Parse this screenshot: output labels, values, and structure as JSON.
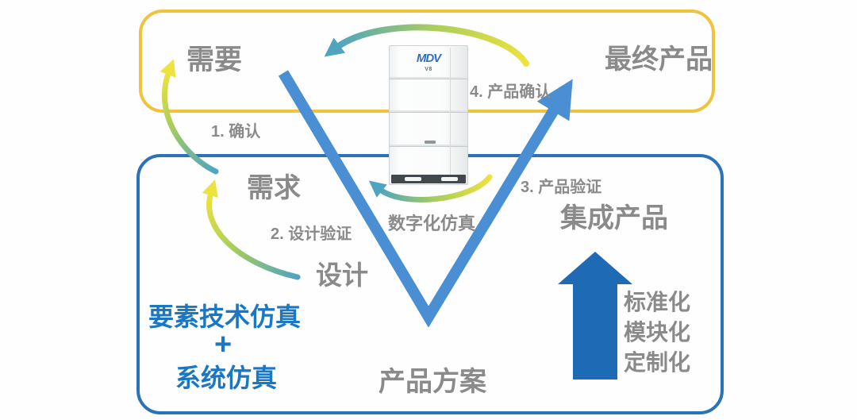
{
  "colors": {
    "yellow_border": "#EFC33B",
    "blue_border": "#2B72B8",
    "v_blue": "#4A8ED4",
    "deep_blue": "#1E6AB4",
    "gray_text": "#8A8A8A",
    "blue_text": "#1C77C3",
    "teal": "#4FA4C0",
    "green": "#A9CE5B",
    "arrow_yellow": "#EDE23E",
    "logo_blue": "#2E6FC0"
  },
  "top_box": {
    "need": "需要",
    "final_product": "最终产品"
  },
  "bottom_box": {
    "requirement": "需求",
    "design": "设计",
    "element_sim": "要素技术仿真",
    "plus": "+",
    "system_sim": "系统仿真",
    "product_plan": "产品方案",
    "digital_sim": "数字化仿真",
    "integrated_product": "集成产品",
    "pillars": [
      "标准化",
      "模块化",
      "定制化"
    ]
  },
  "steps": {
    "s1": "1. 确认",
    "s2": "2. 设计验证",
    "s3": "3. 产品验证",
    "s4": "4. 产品确认"
  },
  "product": {
    "brand": "MDV",
    "model": "V8"
  }
}
